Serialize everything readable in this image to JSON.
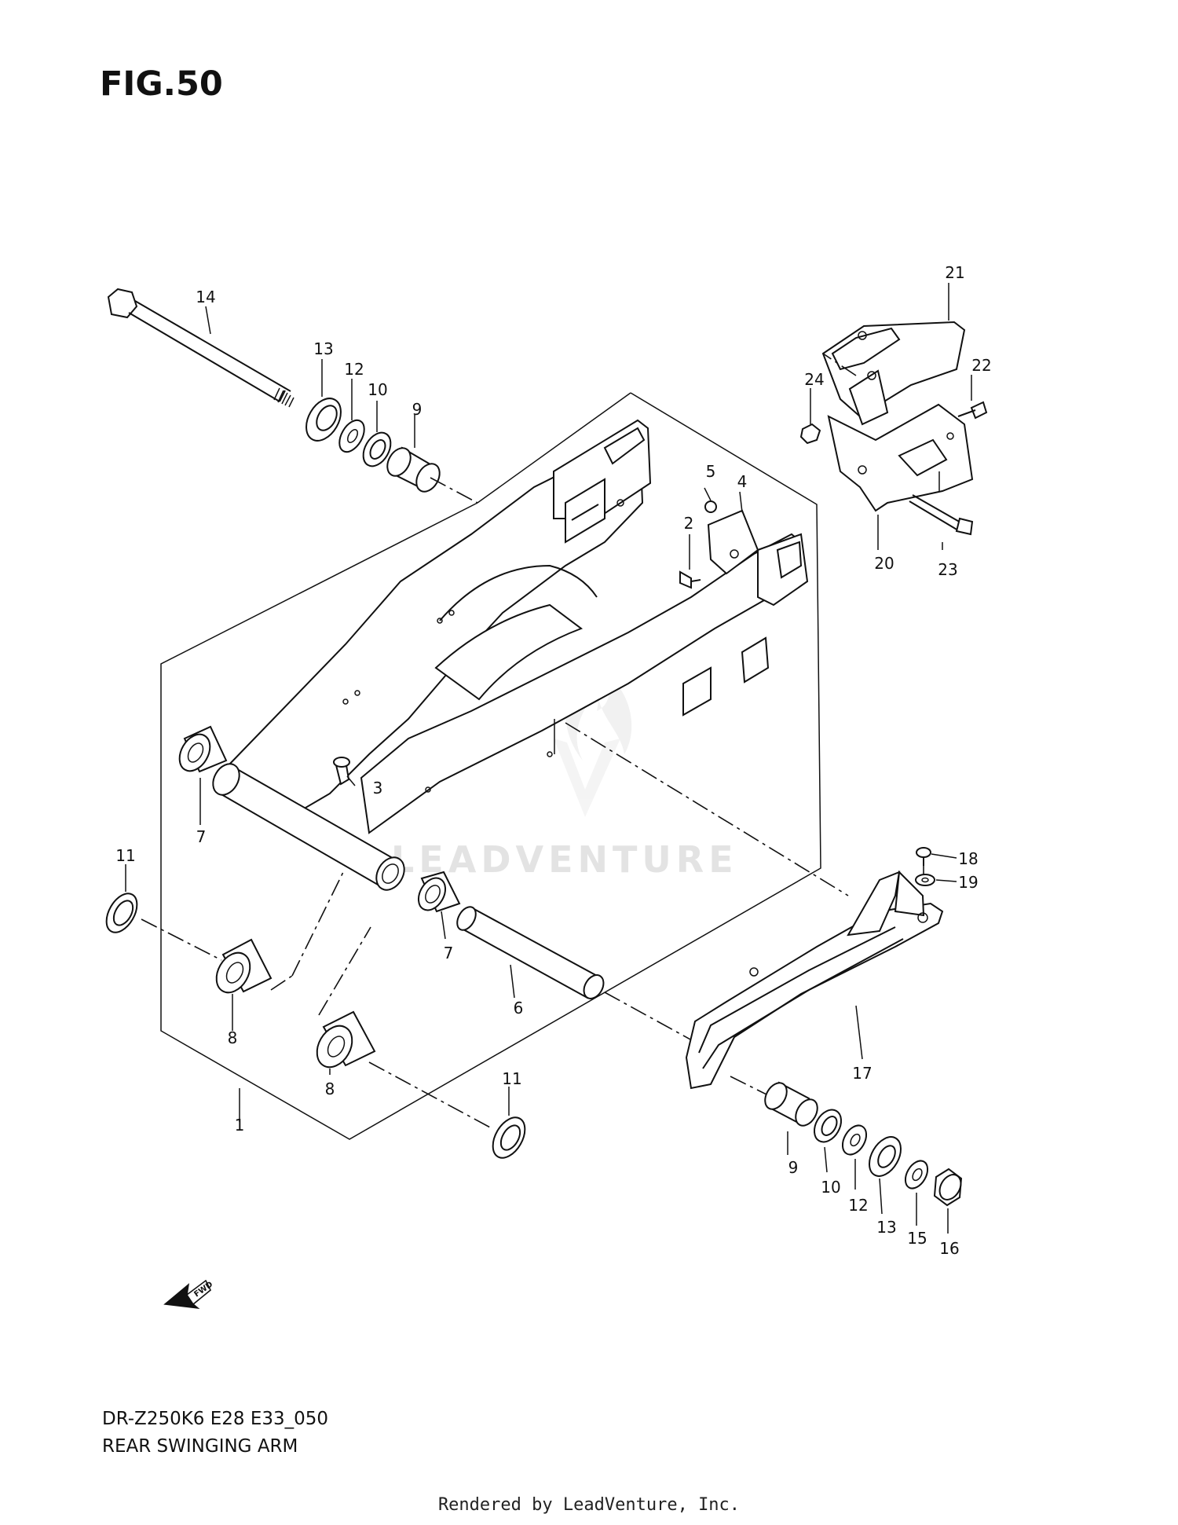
{
  "figure": {
    "title": "FIG.50"
  },
  "footer": {
    "model_code": "DR-Z250K6 E28 E33_050",
    "assembly_name": "REAR SWINGING ARM",
    "credit": "Rendered by LeadVenture, Inc."
  },
  "watermark": {
    "text": "LEADVENTURE",
    "logo": "leadventure-flame-logo"
  },
  "fwd_indicator": {
    "label": "FWD",
    "icon": "arrow-left-icon"
  },
  "callouts": {
    "c1": "1",
    "c2": "2",
    "c3": "3",
    "c4": "4",
    "c5": "5",
    "c6": "6",
    "c7a": "7",
    "c7b": "7",
    "c8a": "8",
    "c8b": "8",
    "c9a": "9",
    "c9b": "9",
    "c10a": "10",
    "c10b": "10",
    "c11a": "11",
    "c11b": "11",
    "c12a": "12",
    "c12b": "12",
    "c13a": "13",
    "c13b": "13",
    "c14": "14",
    "c15": "15",
    "c16": "16",
    "c17": "17",
    "c18": "18",
    "c19": "19",
    "c20": "20",
    "c21": "21",
    "c22": "22",
    "c23": "23",
    "c24": "24"
  }
}
